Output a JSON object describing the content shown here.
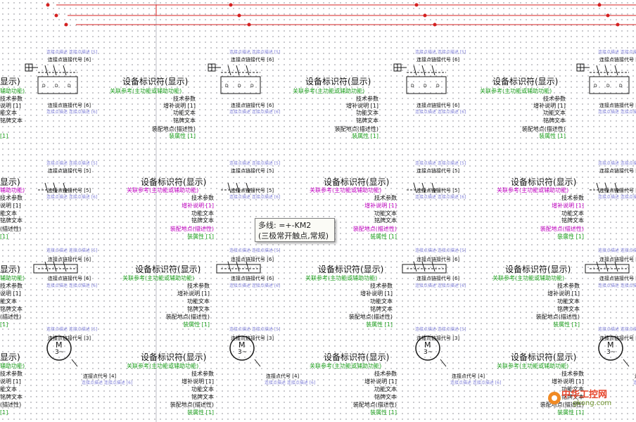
{
  "labels": {
    "device_id": "设备标识符(显示)",
    "assoc_ref": "关联参考(主功能或辅助功能)",
    "tech_params": "技术参数",
    "supp_desc": "增补说明 [1]",
    "func_text": "功能文本",
    "nameplate": "铭牌文本",
    "install_loc": "装配地点(描述性)",
    "assembly": "装属性 [1]",
    "conn_pin_top": "连接点链接代号 [6]",
    "conn_pin_mid": "连接点链接代号 [5]",
    "conn_pin_bot": "连接点链接代号 [3]",
    "conn_pin_motor": "连接点代号 [4]",
    "faint_top": "连接点描述 连接点描述 [5]",
    "faint_bot": "连接点描述 连接点描述 [6]",
    "pin_d": "D",
    "motor_m": "M",
    "motor_3": "3~",
    "partial_title": "显示)",
    "partial_assoc": "辅助功能)",
    "partial_tech": "技术参数",
    "partial_supp": "说明 [1]",
    "partial_func": "能文本",
    "partial_name": "铭牌文本",
    "partial_loc": "(描述性)",
    "partial_ass": "[1]"
  },
  "tooltip": {
    "line1": "多线: =+-KM2",
    "line2": "(三极常开触点,常规)"
  },
  "watermark": {
    "brand": "中华工控网",
    "domain": "gkong.com"
  },
  "colors": {
    "wire": "#d42020",
    "symbol": "#1a1a1a",
    "green": "#1fa01f",
    "magenta": "#c000c0",
    "blue_faint": "#8080d8"
  }
}
